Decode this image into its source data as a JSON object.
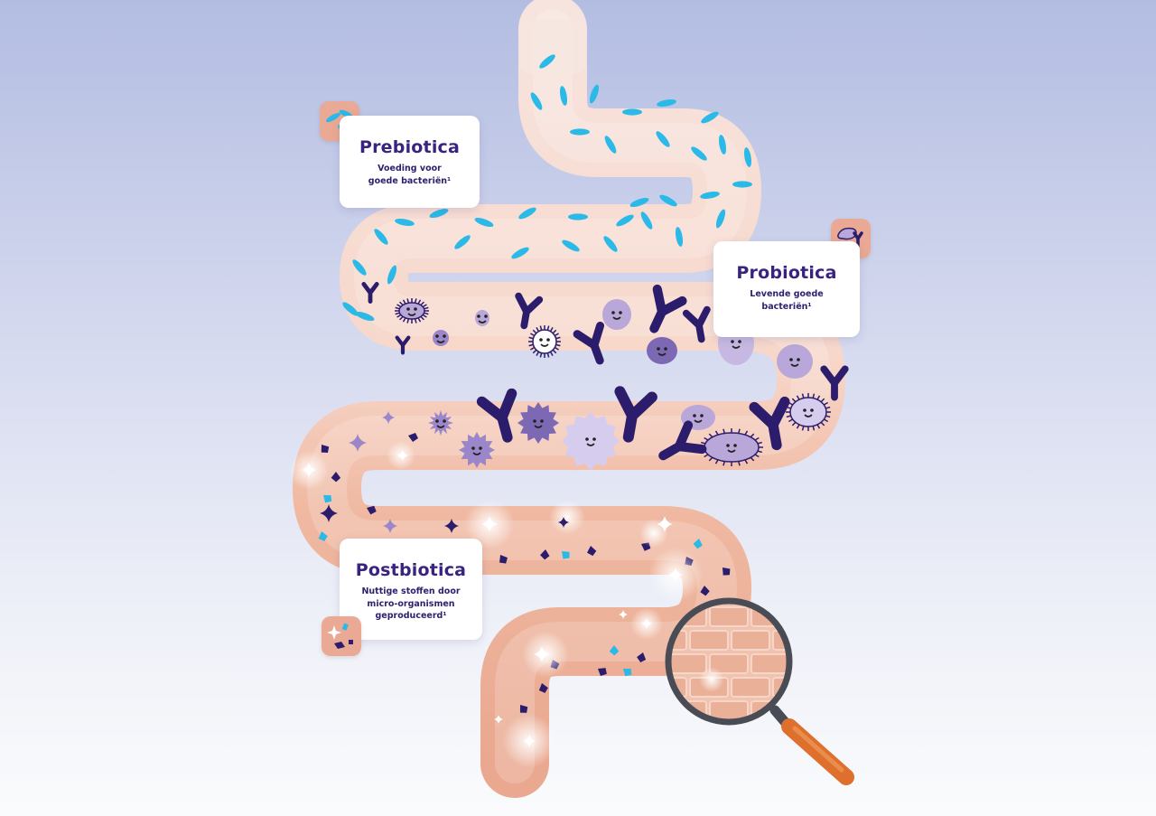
{
  "diagram": {
    "colors": {
      "background_top": "#b3bde2",
      "background_bottom": "#fafbfd",
      "intestine": "#f8dbd0",
      "intestine_dark": "#efb39c",
      "prebiotic_fiber": "#2bb9e8",
      "probiotic_purple": "#b8a7d8",
      "probiotic_navy": "#2c1c6c",
      "magnifier_handle": "#de6f2c",
      "magnifier_rim": "#4a4c55"
    },
    "sections": [
      {
        "title": "Prebiotica",
        "text": "Voeding voor\ngoede bacteriën¹",
        "icon": "fiber-icon"
      },
      {
        "title": "Probiotica",
        "text": "Levende goede\nbacteriën¹",
        "icon": "bacteria-icon"
      },
      {
        "title": "Postbiotica",
        "text": "Nuttige stoffen door\nmicro-organismen\ngeproduceerd¹",
        "icon": "sparkle-metabolites-icon"
      }
    ],
    "magnifier": {
      "icon": "magnifying-glass-icon",
      "content": "gut-wall-bricks"
    }
  }
}
